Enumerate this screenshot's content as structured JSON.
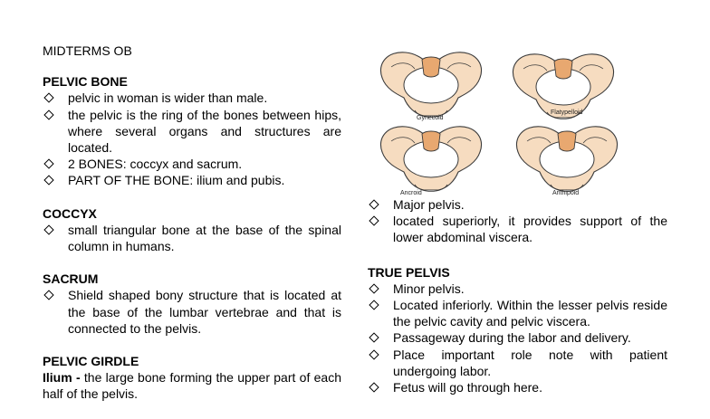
{
  "doc_title": "MIDTERMS OB",
  "left_sections": [
    {
      "heading": "PELVIC BONE",
      "bullets": [
        "pelvic in woman is wider than male.",
        "the pelvic is the ring of the bones between hips, where several organs and structures are located.",
        "2 BONES: coccyx and sacrum.",
        "PART OF THE BONE: ilium and pubis."
      ]
    },
    {
      "heading": "COCCYX",
      "bullets": [
        "small triangular bone at the base of the spinal column in humans."
      ]
    },
    {
      "heading": "SACRUM",
      "bullets": [
        "Shield shaped bony structure that is located at the base of the lumbar vertebrae and that is connected to the pelvis."
      ]
    }
  ],
  "pelvic_girdle": {
    "heading": "PELVIC GIRDLE",
    "term": "Ilium -",
    "definition": " the large bone forming the upper part of each half of the pelvis."
  },
  "figure": {
    "labels": [
      "Gynecoid",
      "Flatypelloid",
      "Ancroid",
      "Anthipoid"
    ],
    "colors": {
      "outline": "#3a3a3a",
      "fill": "#f2c9a0",
      "accent": "#e8a870"
    }
  },
  "false_pelvis_bullets": [
    "Major pelvis.",
    "located superiorly, it provides support of the lower abdominal viscera."
  ],
  "true_pelvis": {
    "heading": "TRUE PELVIS",
    "bullets": [
      "Minor pelvis.",
      "Located inferiorly. Within the lesser pelvis reside the pelvic cavity and pelvic viscera.",
      "Passageway during the labor and delivery.",
      "Place important role note with patient undergoing labor.",
      "Fetus will go through here."
    ]
  }
}
